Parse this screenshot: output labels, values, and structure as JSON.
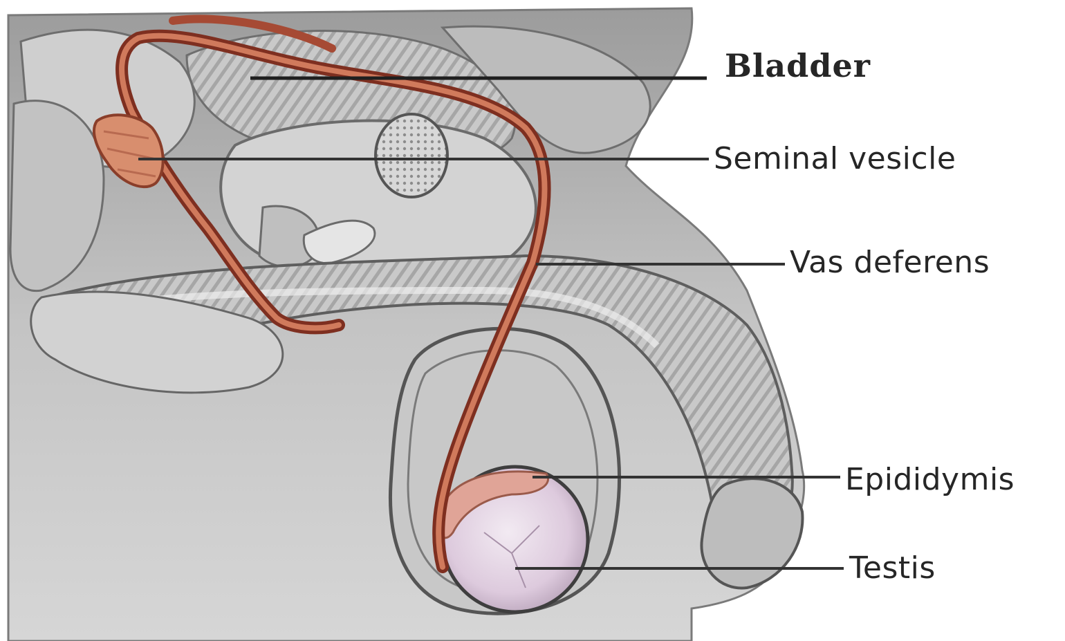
{
  "labels": {
    "bladder": "Bladder",
    "seminal_vesicle": "Seminal vesicle",
    "vas_deferens": "Vas deferens",
    "epididymis": "Epididymis",
    "testis": "Testis"
  },
  "colors": {
    "tissue_gray": "#b9b9b9",
    "duct_red": "#b5553e",
    "testis_pink": "#e6d8e4",
    "epididymis_pink": "#e0a497",
    "leader_line": "#333333",
    "label_text": "#262626"
  }
}
